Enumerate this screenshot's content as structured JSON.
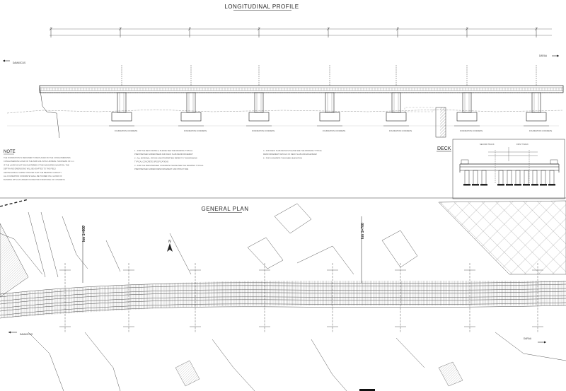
{
  "profile": {
    "title": "LONGITUDINAL PROFILE",
    "left_destination": "DAMASCUS",
    "right_destination": "DARAA",
    "pier_labels": [
      "FOUNDATION CONCRETE",
      "FOUNDATION CONCRETE",
      "FOUNDATION CONCRETE",
      "FOUNDATION CONCRETE",
      "FOUNDATION CONCRETE",
      "FOUNDATION CONCRETE",
      "FOUNDATION CONCRETE"
    ]
  },
  "notes": {
    "title": "NOTE",
    "col1": [
      "THE FOUNDATION IS DESIGNED TO BE PLACED ON THE CONGLOMERATES",
      "CONGLOMERATE LAYER OF THE SUB-SOIL WITH A MINIMAL THICKNESS OF 1 m",
      "IF THE LAYER IS NOT ENCOUNTERED AT THE INDICATED ELEVATION, THE",
      "DEPTH AND DIMENSIONS WILL BE ADAPTED TO THE FIELD",
      "GEOTECHNICAL SURVEY PROVES THAT THE BEARING CAPACITY",
      "ALL FOUNDATION CONCRETE SHALL BE POURED ON A LAYER OF",
      "BLINDING WITH AN UNDER FOUNDATION FROM PAVE OF CONCRETE"
    ],
    "col2": [
      "1 - FOR THE DECK DETAILS, PLEASE SEE THE DRAWING TYPICAL",
      "PRESTRESSED GIRDER BEAM AND DECK SLAB REINFORCEMENT",
      "2 - ALL MATERIAL, RATIOS AND PROPERTIES REFER TO THE DRAWING",
      "TYPICAL CONCRETE SPECIFICATIONS",
      "3 - FOR THE PRESTRESSED CONCRETE PLEASE SEE THE DRAWING TYPICAL",
      "PRESTRESSED GIRDER REINFORCEMENT AND STRUCTURE"
    ],
    "col3": [
      "4 - FOR DECK SLAB DETAILS PLEASE SEE THE DRAWING TYPICAL",
      "REINFORCEMENT DETAILS OF DECK SLAB AND EDGE BEAM",
      "5 - FOR CONCRETE THICKNESS ELEVATION"
    ]
  },
  "deck": {
    "title": "DECK",
    "label_left": "SECOND TRACK",
    "label_right": "FIRST TRACK"
  },
  "plan": {
    "title": "GENERAL PLAN",
    "chainage_1": "km 1+600",
    "chainage_2": "km 1+700",
    "north_label": "N",
    "left_destination": "DAMASCUS",
    "right_destination": "DARAA"
  }
}
